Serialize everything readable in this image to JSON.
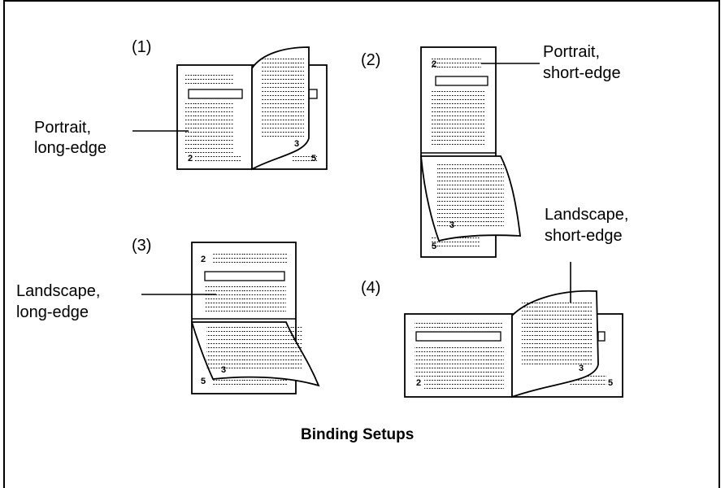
{
  "diagram": {
    "caption": "Binding Setups",
    "setups": [
      {
        "tag": "(1)",
        "line1": "Portrait,",
        "line2": "long-edge",
        "page_a": "2",
        "page_b": "3",
        "page_c": "5"
      },
      {
        "tag": "(2)",
        "line1": "Portrait,",
        "line2": "short-edge",
        "page_a": "2",
        "page_b": "3",
        "page_c": "5"
      },
      {
        "tag": "(3)",
        "line1": "Landscape,",
        "line2": "long-edge",
        "page_a": "2",
        "page_b": "3",
        "page_c": "5"
      },
      {
        "tag": "(4)",
        "line1": "Landscape,",
        "line2": "short-edge",
        "page_a": "2",
        "page_b": "3",
        "page_c": "5"
      }
    ]
  }
}
